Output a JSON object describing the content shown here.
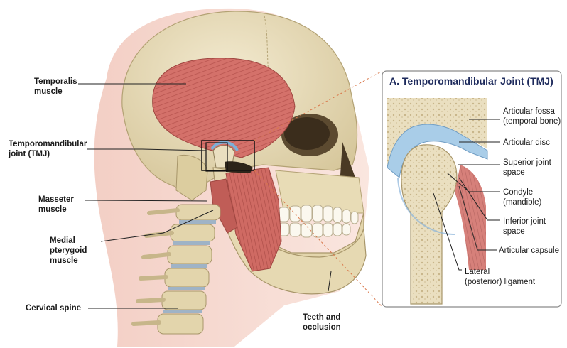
{
  "inset": {
    "title": "A. Temporomandibular Joint (TMJ)"
  },
  "labels": {
    "temporalis": "Temporalis\nmuscle",
    "tmj": "Temporomandibular\njoint (TMJ)",
    "masseter": "Masseter\nmuscle",
    "medial_pterygoid": "Medial\npterygoid\nmuscle",
    "cervical_spine": "Cervical spine",
    "teeth": "Teeth and\nocclusion",
    "articular_fossa": "Articular fossa\n(temporal bone)",
    "articular_disc": "Articular disc",
    "superior_space": "Superior joint\nspace",
    "condyle": "Condyle\n(mandible)",
    "inferior_space": "Inferior joint\nspace",
    "articular_capsule": "Articular capsule",
    "lateral_ligament": "Lateral\n(posterior) ligament"
  },
  "colors": {
    "bone": "#ece1bd",
    "bone_shadow": "#c9b98a",
    "muscle": "#d4716a",
    "muscle_dark": "#b4514c",
    "skin": "#f6d8d0",
    "disc": "#9ec3e0",
    "inset_border": "#8a8a8a",
    "title": "#1d2a5c",
    "leader": "#222222",
    "zoom_line": "#d9774a"
  }
}
